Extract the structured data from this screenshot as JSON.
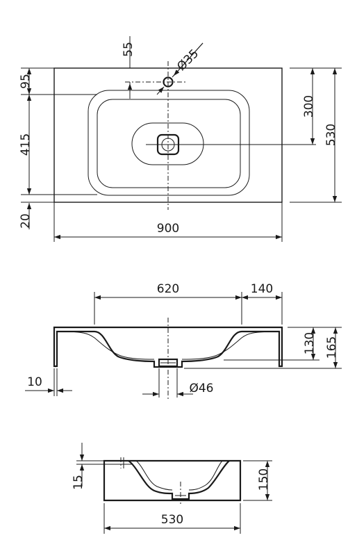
{
  "top_view": {
    "dim_55": "55",
    "dim_dia35": "Ø35",
    "dim_95": "95",
    "dim_415": "415",
    "dim_20": "20",
    "dim_900": "900",
    "dim_300": "300",
    "dim_530": "530"
  },
  "front_view": {
    "dim_620": "620",
    "dim_140": "140",
    "dim_130": "130",
    "dim_165": "165",
    "dim_10": "10",
    "dim_dia46": "Ø46"
  },
  "side_view": {
    "dim_15": "15",
    "dim_150": "150",
    "dim_530": "530"
  }
}
